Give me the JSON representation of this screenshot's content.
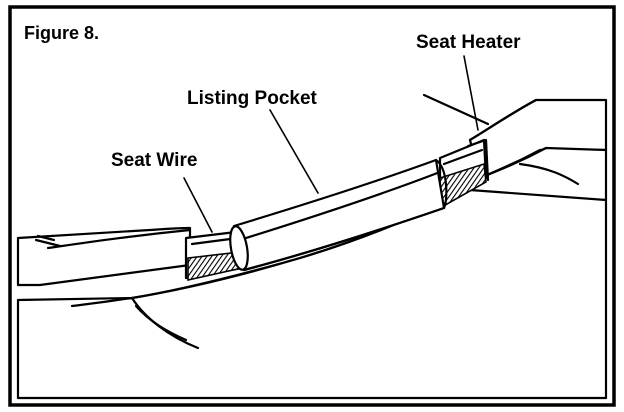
{
  "figure": {
    "title": "Figure 8.",
    "labels": {
      "seat_heater": "Seat Heater",
      "listing_pocket": "Listing Pocket",
      "seat_wire": "Seat Wire"
    }
  }
}
